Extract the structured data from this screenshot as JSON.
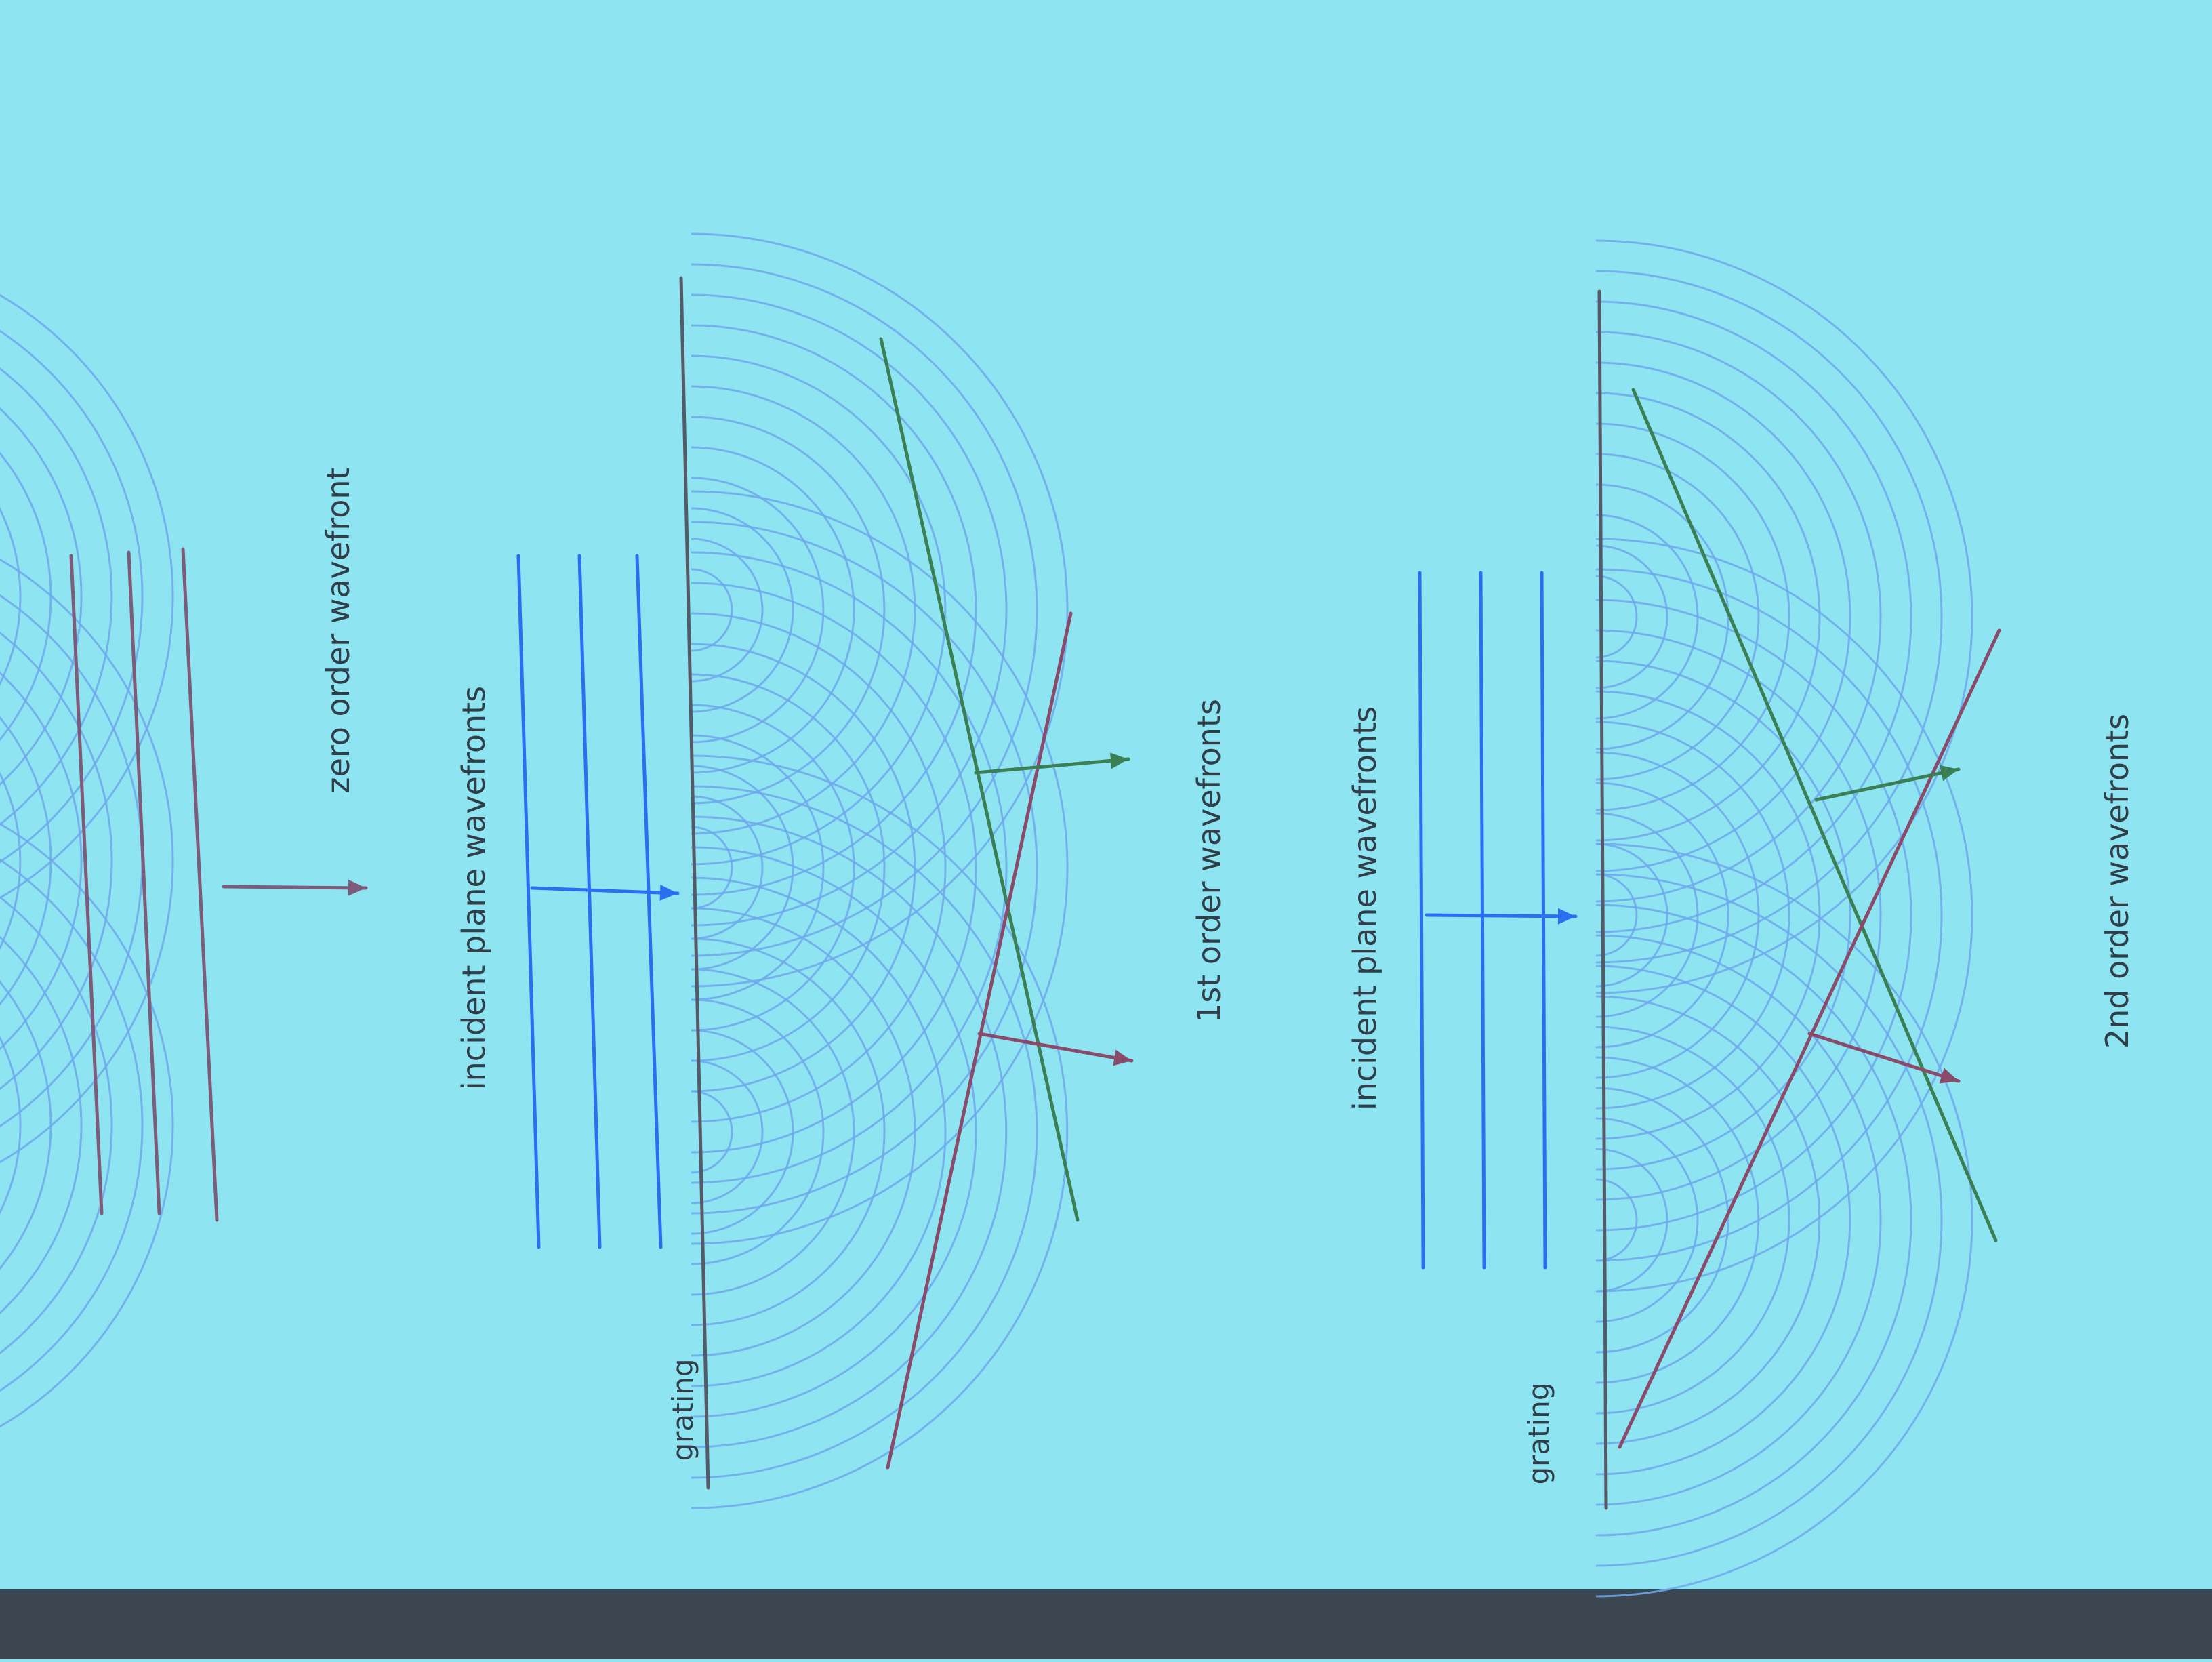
{
  "colors": {
    "screen_bg": "#8fe4f2",
    "screen_edge": "#3b4650",
    "circle": "#6fa8ec",
    "incident_line": "#2a6ff0",
    "zero_order_line": "#7e5b78",
    "first_order_line": "#3b7f55",
    "first_order_line_b": "#8a4a6a",
    "text": "#2f3e48"
  },
  "labels": {
    "zero_order": "zero order wavefront",
    "incident_1": "incident plane wavefronts",
    "first_order": "1st order wavefronts",
    "grating_1": "grating",
    "incident_2": "incident plane wavefronts",
    "second_order": "2nd order wavefronts",
    "grating_2": "grating"
  }
}
